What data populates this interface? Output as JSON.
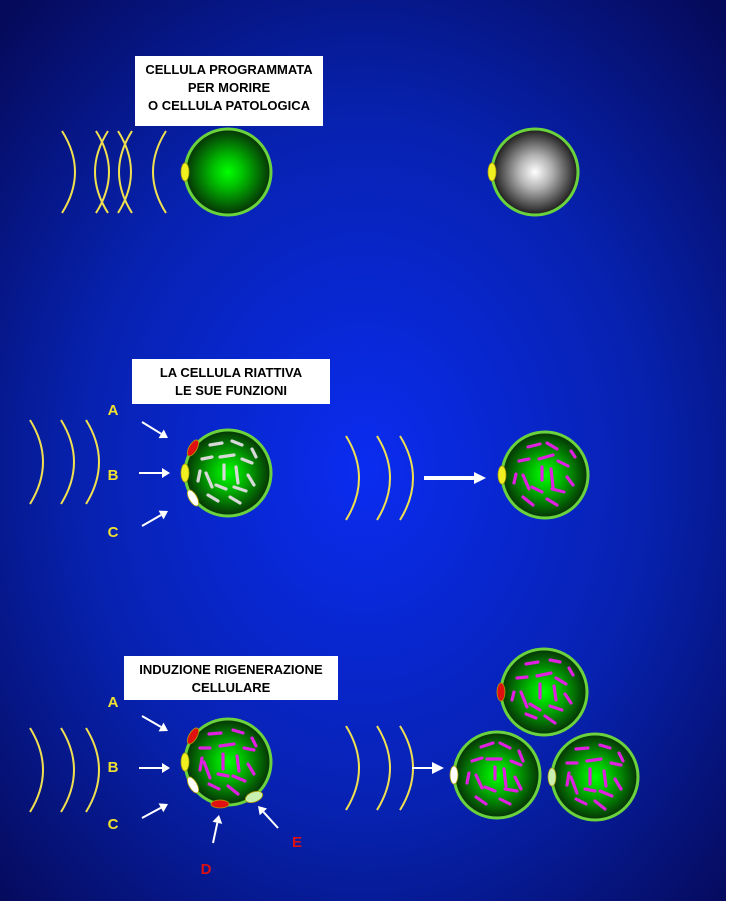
{
  "captions": {
    "programmed": [
      "CELLULA PROGRAMMATA",
      "PER MORIRE",
      "O CELLULA PATOLOGICA"
    ],
    "reactivates": [
      "LA CELLULA RIATTIVA",
      "LE SUE FUNZIONI"
    ],
    "regeneration": [
      "INDUZIONE RIGENERAZIONE",
      "CELLULARE"
    ]
  },
  "labels": {
    "middle": [
      "A",
      "B",
      "C"
    ],
    "bottom": [
      "A",
      "B",
      "C",
      "D",
      "E"
    ]
  },
  "colors": {
    "background_center": "#0a2cf0",
    "background_edge": "#050a5a",
    "wave": "#f0e050",
    "cell_border": "#6ad23c",
    "cell_core": "#00e000",
    "cell_dark": "#063006",
    "chromosome": "#e020e0",
    "fragment": "#d8d8d8",
    "receptor_yellow": "#f0f020",
    "receptor_red": "#e01010",
    "receptor_white": "#ffffff",
    "receptor_pale_green": "#c8f0b0",
    "label_yellow": "#f0e030",
    "label_red": "#e01010",
    "arrow": "#ffffff"
  }
}
